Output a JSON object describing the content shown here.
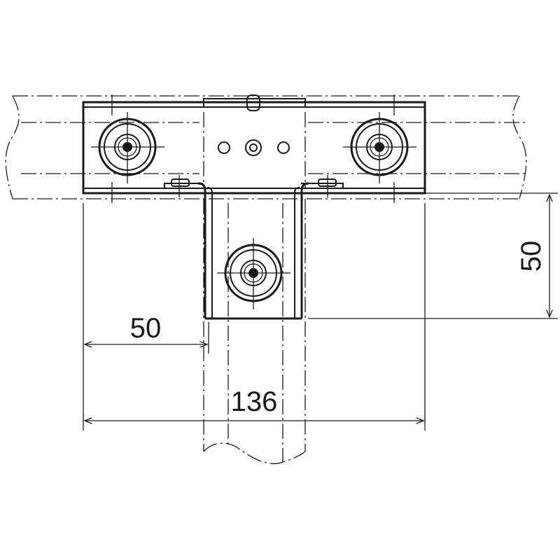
{
  "drawing": {
    "dimensions": {
      "vertical_height": "50",
      "horizontal_offset": "50",
      "total_width": "136"
    },
    "colors": {
      "line": "#1a1a1a",
      "background": "#ffffff"
    }
  }
}
